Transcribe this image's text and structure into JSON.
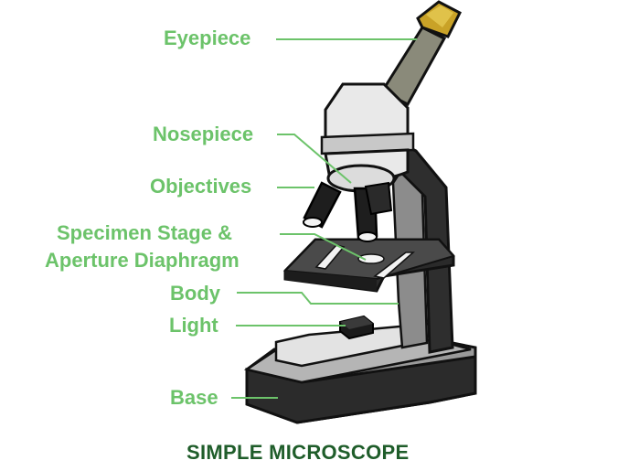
{
  "labels": {
    "eyepiece": "Eyepiece",
    "nosepiece": "Nosepiece",
    "objectives": "Objectives",
    "stage_line1": "Specimen Stage &",
    "stage_line2": "Aperture Diaphragm",
    "body": "Body",
    "light": "Light",
    "base": "Base"
  },
  "title": "SIMPLE MICROSCOPE",
  "colors": {
    "label": "#6cc36a",
    "title": "#1f5d2a",
    "leader": "#6cc36a"
  }
}
